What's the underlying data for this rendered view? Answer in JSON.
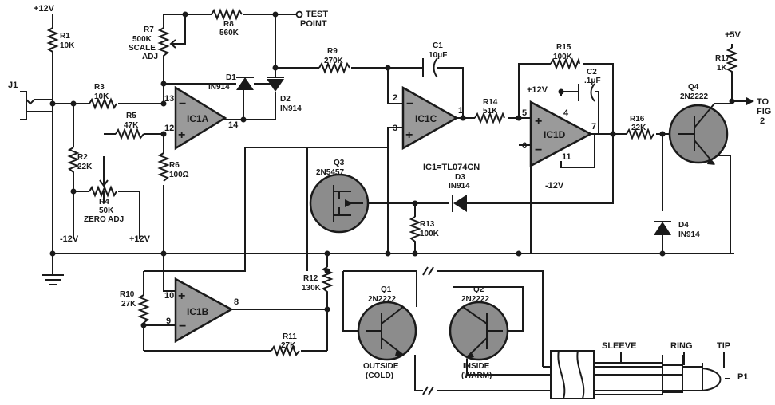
{
  "supplies": {
    "pos12_top": "+12V",
    "neg12_left": "-12V",
    "pos12_mid": "+12V",
    "pos12_ic": "+12V",
    "neg12_ic": "-12V",
    "pos5": "+5V"
  },
  "jacks": {
    "j1": "J1",
    "p1": "P1"
  },
  "resistors": {
    "r1": {
      "name": "R1",
      "value": "10K"
    },
    "r2": {
      "name": "R2",
      "value": "22K"
    },
    "r3": {
      "name": "R3",
      "value": "10K"
    },
    "r4": {
      "name": "R4",
      "value": "50K",
      "note": "ZERO ADJ"
    },
    "r5": {
      "name": "R5",
      "value": "47K"
    },
    "r6": {
      "name": "R6",
      "value": "100Ω"
    },
    "r7": {
      "name": "R7",
      "value": "500K",
      "note1": "SCALE",
      "note2": "ADJ"
    },
    "r8": {
      "name": "R8",
      "value": "560K"
    },
    "r9": {
      "name": "R9",
      "value": "270K"
    },
    "r10": {
      "name": "R10",
      "value": "27K"
    },
    "r11": {
      "name": "R11",
      "value": "27K"
    },
    "r12": {
      "name": "R12",
      "value": "130K"
    },
    "r13": {
      "name": "R13",
      "value": "100K"
    },
    "r14": {
      "name": "R14",
      "value": "51K"
    },
    "r15": {
      "name": "R15",
      "value": "100K"
    },
    "r16": {
      "name": "R16",
      "value": "22K"
    },
    "r17": {
      "name": "R17",
      "value": "1K"
    }
  },
  "capacitors": {
    "c1": {
      "name": "C1",
      "value": "10μF"
    },
    "c2": {
      "name": "C2",
      "value": ".1μF"
    }
  },
  "diodes": {
    "d1": {
      "name": "D1",
      "value": "IN914"
    },
    "d2": {
      "name": "D2",
      "value": "IN914"
    },
    "d3": {
      "name": "D3",
      "value": "IN914"
    },
    "d4": {
      "name": "D4",
      "value": "IN914"
    }
  },
  "transistors": {
    "q1": {
      "name": "Q1",
      "value": "2N2222",
      "note1": "OUTSIDE",
      "note2": "(COLD)"
    },
    "q2": {
      "name": "Q2",
      "value": "2N2222",
      "note1": "INSIDE",
      "note2": "(WARM)"
    },
    "q3": {
      "name": "Q3",
      "value": "2N5457"
    },
    "q4": {
      "name": "Q4",
      "value": "2N2222"
    }
  },
  "opamps": {
    "ic1a": {
      "name": "IC1A",
      "pin_inv": "13",
      "pin_noninv": "12",
      "pin_out": "14"
    },
    "ic1b": {
      "name": "IC1B",
      "pin_noninv": "10",
      "pin_inv": "9",
      "pin_out": "8"
    },
    "ic1c": {
      "name": "IC1C",
      "pin_inv": "2",
      "pin_noninv": "3",
      "pin_out": "1"
    },
    "ic1d": {
      "name": "IC1D",
      "pin_inv": "5",
      "pin_noninv": "6",
      "pin_out": "7",
      "pin_vp": "4",
      "pin_vn": "11"
    }
  },
  "ic_note": "IC1=TL074CN",
  "test_point": {
    "line1": "TEST",
    "line2": "POINT"
  },
  "output": {
    "line1": "TO",
    "line2": "FIG",
    "line3": "2"
  },
  "plug": {
    "sleeve": "SLEEVE",
    "ring": "RING",
    "tip": "TIP"
  }
}
